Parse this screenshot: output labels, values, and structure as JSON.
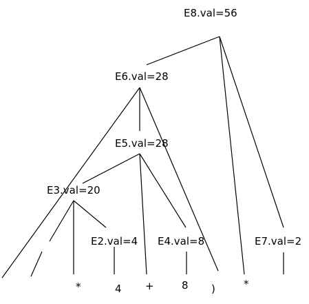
{
  "tree": {
    "nodes": [
      {
        "id": "e8",
        "label": "E8.val=56"
      },
      {
        "id": "e6",
        "label": "E6.val=28"
      },
      {
        "id": "e5",
        "label": "E5.val=28"
      },
      {
        "id": "e3",
        "label": "E3.val=20"
      },
      {
        "id": "e2",
        "label": "E2.val=4"
      },
      {
        "id": "e4",
        "label": "E4.val=8"
      },
      {
        "id": "e7",
        "label": "E7.val=2"
      }
    ],
    "leaves": [
      {
        "id": "leaf-star-1",
        "text": "*"
      },
      {
        "id": "leaf-4",
        "text": "4"
      },
      {
        "id": "leaf-plus",
        "text": "+"
      },
      {
        "id": "leaf-8",
        "text": "8"
      },
      {
        "id": "leaf-rparen",
        "text": ")"
      },
      {
        "id": "leaf-star-2",
        "text": "*"
      }
    ]
  }
}
